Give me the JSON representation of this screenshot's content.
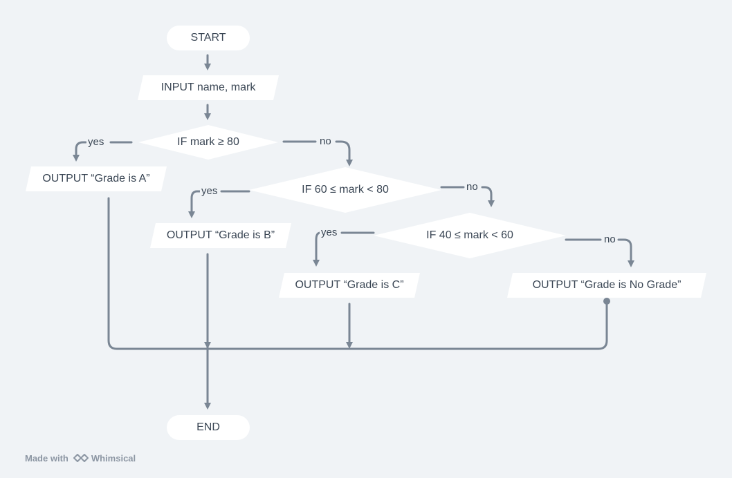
{
  "nodes": {
    "start": "START",
    "input": "INPUT name, mark",
    "decision1": "IF mark ≥ 80",
    "output_a": "OUTPUT “Grade is A”",
    "decision2": "IF 60 ≤ mark < 80",
    "output_b": "OUTPUT “Grade is B”",
    "decision3": "IF 40 ≤ mark < 60",
    "output_c": "OUTPUT “Grade is C”",
    "output_none": "OUTPUT “Grade is No Grade”",
    "end": "END"
  },
  "edge_labels": {
    "d1_yes": "yes",
    "d1_no": "no",
    "d2_yes": "yes",
    "d2_no": "no",
    "d3_yes": "yes",
    "d3_no": "no"
  },
  "footer": {
    "made_with": "Made with",
    "brand": "Whimsical"
  },
  "colors": {
    "background": "#f0f3f6",
    "shape_fill": "#ffffff",
    "connector": "#7a8694",
    "text": "#3a4654"
  }
}
